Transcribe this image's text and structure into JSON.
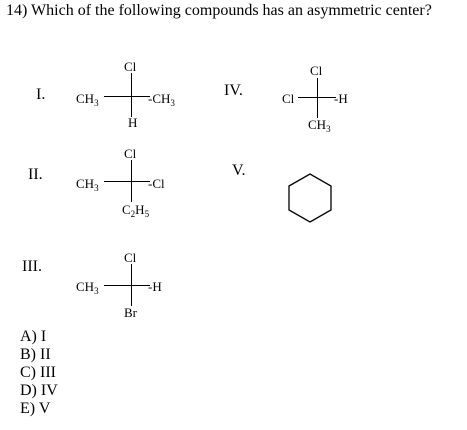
{
  "question": "14) Which of the following compounds has an asymmetric center?",
  "compounds": {
    "I": {
      "numeral": "I.",
      "top": "Cl",
      "left": "CH3",
      "right": "CH3",
      "bottom": "H"
    },
    "II": {
      "numeral": "II.",
      "top": "Cl",
      "left": "CH3",
      "right": "Cl",
      "bottom": "C2H5"
    },
    "III": {
      "numeral": "III.",
      "top": "Cl",
      "left": "CH3",
      "right": "H",
      "bottom": "Br"
    },
    "IV": {
      "numeral": "IV.",
      "top": "Cl",
      "left": "Cl",
      "right": "H",
      "bottom": "CH3"
    },
    "V": {
      "numeral": "V.",
      "shape": "hexagon"
    }
  },
  "answers": [
    "A) I",
    "B) II",
    "C) III",
    "D) IV",
    "E) V"
  ]
}
